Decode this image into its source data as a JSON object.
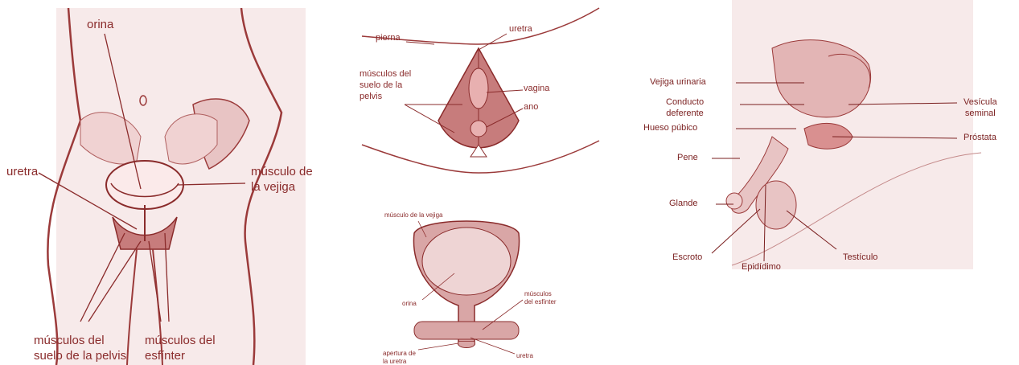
{
  "colors": {
    "ink": "#8a2b2b",
    "fill": "#d9a6a6",
    "fill_light": "#f3dede",
    "line": "#9b3a3a"
  },
  "female_body": {
    "labels": {
      "orina": "orina",
      "uretra": "uretra",
      "musculo_vejiga": "músculo de\nla vejiga",
      "musculos_suelo": "músculos del\nsuelo de la pelvis",
      "musculos_esfinter": "músculos del\nesfínter"
    }
  },
  "pelvic_floor": {
    "labels": {
      "pierna": "pierna",
      "uretra": "uretra",
      "musculos_suelo": "músculos del\nsuelo de la\npelvis",
      "vagina": "vagina",
      "ano": "ano"
    }
  },
  "bladder": {
    "labels": {
      "musculo_vejiga": "músculo de la vejiga",
      "orina": "orina",
      "musculos_esfinter": "músculos\ndel esfínter",
      "apertura_uretra": "apertura de\nla uretra",
      "uretra": "uretra"
    }
  },
  "male_anatomy": {
    "labels": {
      "vejiga": "Vejiga urinaria",
      "conducto": "Conducto\ndeferente",
      "hueso": "Hueso púbico",
      "pene": "Pene",
      "glande": "Glande",
      "escroto": "Escroto",
      "epididimo": "Epidídimo",
      "testiculo": "Testículo",
      "vesicula": "Vesícula\nseminal",
      "prostata": "Próstata"
    }
  }
}
